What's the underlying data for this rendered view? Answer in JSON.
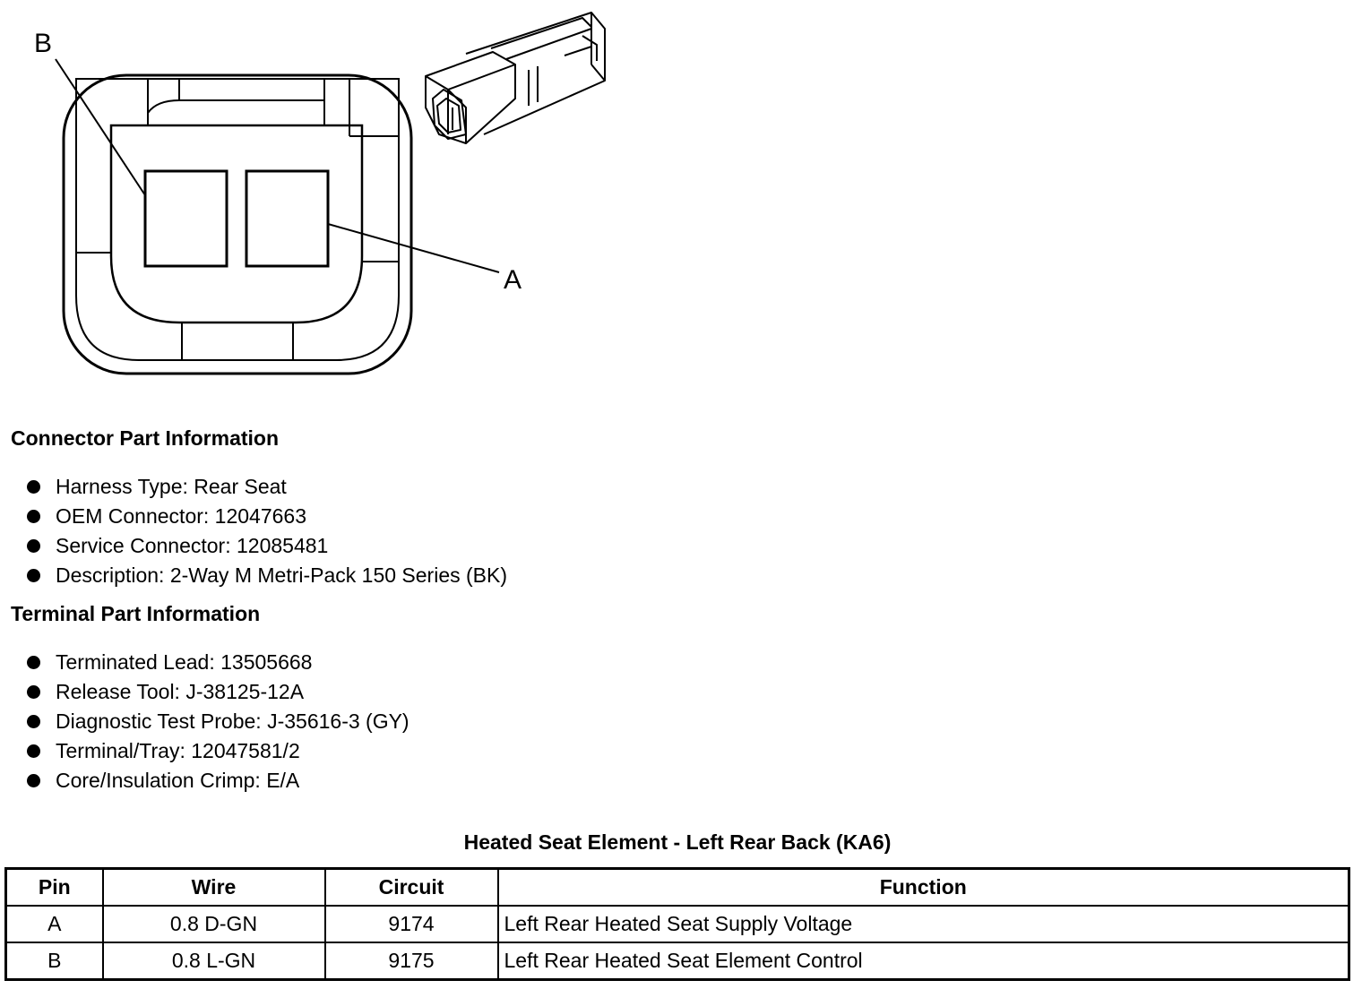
{
  "diagram": {
    "callout_b": "B",
    "callout_a": "A"
  },
  "connector_section": {
    "heading": "Connector Part Information",
    "items": [
      "Harness Type: Rear Seat",
      "OEM Connector: 12047663",
      "Service Connector: 12085481",
      "Description: 2-Way M Metri-Pack 150 Series (BK)"
    ]
  },
  "terminal_section": {
    "heading": "Terminal Part Information",
    "items": [
      "Terminated Lead: 13505668",
      "Release Tool: J-38125-12A",
      "Diagnostic Test Probe: J-35616-3 (GY)",
      "Terminal/Tray: 12047581/2",
      "Core/Insulation Crimp: E/A"
    ]
  },
  "table": {
    "title": "Heated Seat Element - Left Rear Back (KA6)",
    "headers": [
      "Pin",
      "Wire",
      "Circuit",
      "Function"
    ],
    "rows": [
      [
        "A",
        "0.8 D-GN",
        "9174",
        "Left Rear Heated Seat Supply Voltage"
      ],
      [
        "B",
        "0.8 L-GN",
        "9175",
        "Left Rear Heated Seat Element Control"
      ]
    ]
  }
}
